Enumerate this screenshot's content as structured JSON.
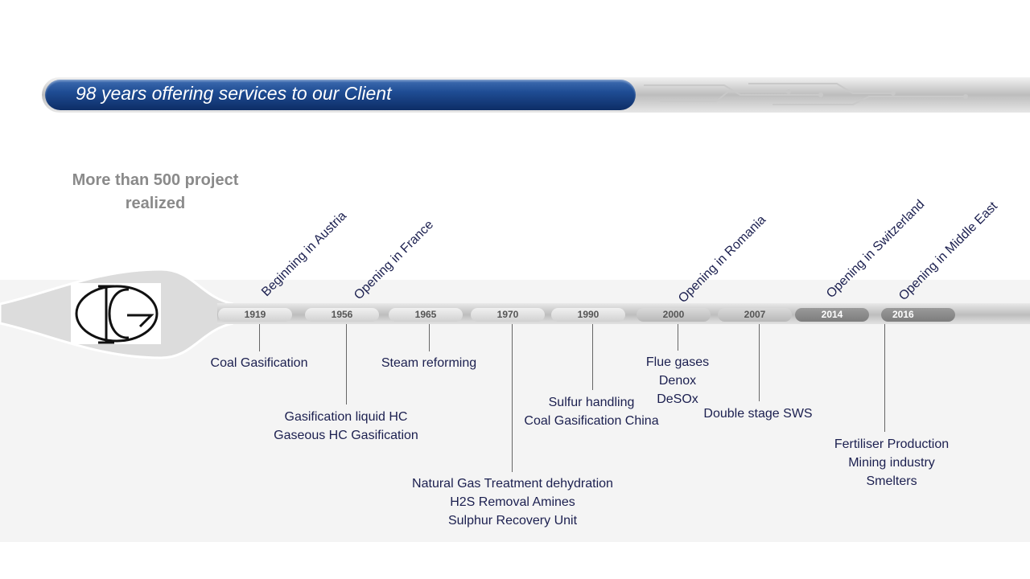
{
  "header": {
    "title": "98 years offering services to our Client"
  },
  "summary": {
    "line1": "More than 500 project",
    "line2": "realized"
  },
  "openings": [
    "Beginning in Austria",
    "Opening in France",
    "Opening in Romania",
    "Opening in Switzerland",
    "Opening in Middle East"
  ],
  "years": [
    "1919",
    "1956",
    "1965",
    "1970",
    "1990",
    "2000",
    "2007",
    "2014",
    "2016"
  ],
  "milestones": [
    {
      "lines": [
        "Coal Gasification"
      ]
    },
    {
      "lines": [
        "Gasification liquid HC",
        "Gaseous HC Gasification"
      ]
    },
    {
      "lines": [
        "Steam reforming"
      ]
    },
    {
      "lines": [
        "Natural Gas Treatment dehydration",
        "H2S Removal Amines",
        "Sulphur Recovery Unit"
      ]
    },
    {
      "lines": [
        "Sulfur handling",
        "Coal Gasification China"
      ]
    },
    {
      "lines": [
        "Flue gases",
        "Denox",
        "DeSOx"
      ]
    },
    {
      "lines": [
        "Double stage SWS"
      ]
    },
    {
      "lines": [
        "Fertiliser Production",
        "Mining industry",
        "Smelters"
      ]
    }
  ],
  "colors": {
    "banner_blue": "#1f4d94",
    "text_navy": "#1b1f4f",
    "summary_gray": "#8a8a8a"
  }
}
